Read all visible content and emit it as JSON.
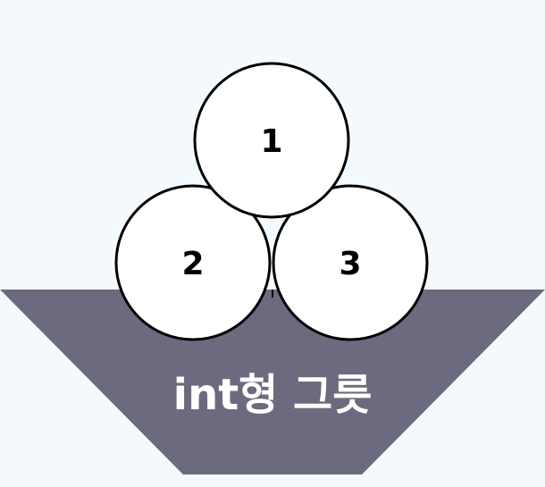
{
  "diagram": {
    "container_label": "int형 그릇",
    "items": [
      {
        "label": "1"
      },
      {
        "label": "2"
      },
      {
        "label": "3"
      }
    ]
  },
  "colors": {
    "background": "#f3f9fd",
    "container_fill": "#6b6a7e",
    "container_text": "#ffffff",
    "ball_fill": "#ffffff",
    "ball_stroke": "#000000"
  }
}
